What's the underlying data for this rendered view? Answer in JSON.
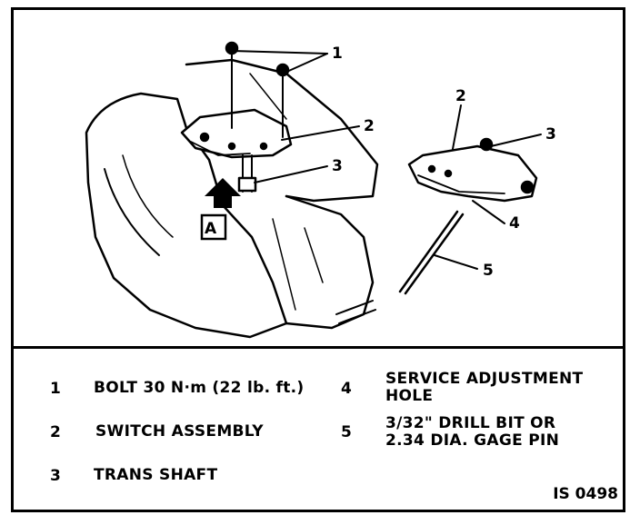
{
  "callouts": {
    "c1": "1",
    "c2a": "2",
    "c3a": "3",
    "c2b": "2",
    "c3b": "3",
    "c4": "4",
    "c5": "5",
    "view": "A"
  },
  "legend": [
    {
      "num": "1",
      "text": "BOLT 30 N·m (22 lb. ft.)"
    },
    {
      "num": "2",
      "text": "SWITCH ASSEMBLY"
    },
    {
      "num": "3",
      "text": "TRANS SHAFT"
    },
    {
      "num": "4",
      "line1": "SERVICE ADJUSTMENT",
      "line2": "HOLE"
    },
    {
      "num": "5",
      "line1": "3/32\" DRILL BIT OR",
      "line2": "2.34 DIA. GAGE PIN"
    }
  ],
  "figure_code": "IS 0498"
}
